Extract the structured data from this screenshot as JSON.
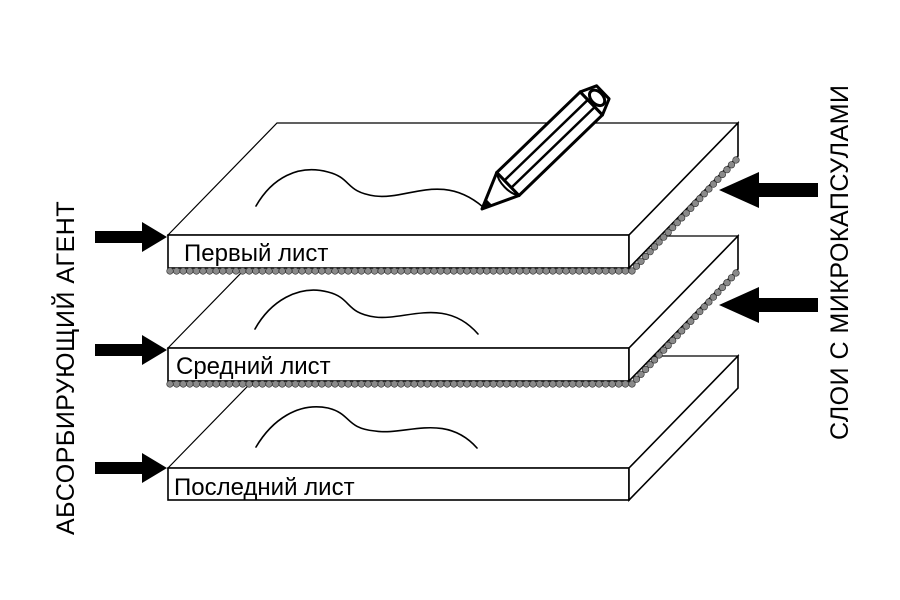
{
  "diagram": {
    "left_label": "АБСОРБИРУЮЩИЙ АГЕНТ",
    "right_label": "СЛОИ С МИКРОКАПСУЛАМИ",
    "sheets": [
      {
        "label": "Первый лист"
      },
      {
        "label": "Средний лист"
      },
      {
        "label": "Последний лист"
      }
    ],
    "icons": [
      "pencil-icon",
      "arrow-right-icon",
      "arrow-left-icon"
    ],
    "colors": {
      "line": "#000000",
      "background": "#ffffff",
      "microcapsules": "#8a8a8a"
    }
  }
}
